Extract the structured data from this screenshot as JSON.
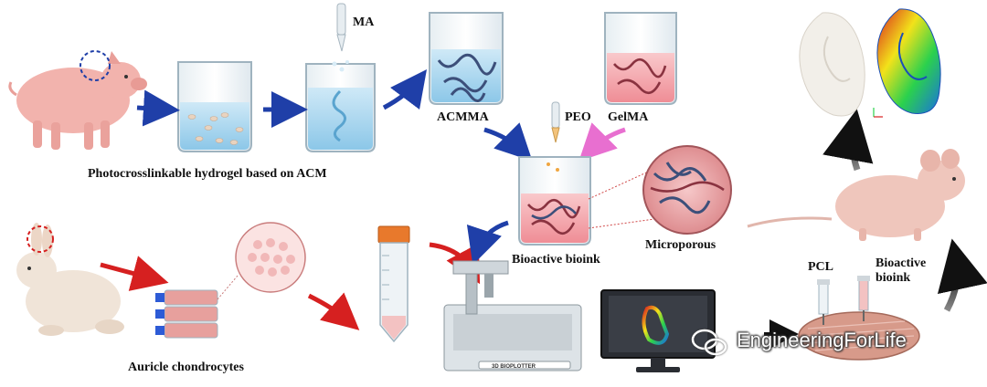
{
  "labels": {
    "ma": "MA",
    "acmma": "ACMMA",
    "peo": "PEO",
    "gelma": "GelMA",
    "photocrosslinkable": "Photocrosslinkable hydrogel based on ACM",
    "microporous": "Microporous",
    "bioactive_bioink": "Bioactive bioink",
    "auricle_chondrocytes": "Auricle chondrocytes",
    "pcl": "PCL",
    "bioactive_bioink_2": "Bioactive\nbioink",
    "printer_brand": "3D BIOPLOTTER"
  },
  "watermark": {
    "text": "EngineeringForLife",
    "logo_icon": "wechat-icon"
  },
  "colors": {
    "blue_arrow": "#1f3fa8",
    "red_arrow": "#d62020",
    "pink_arrow": "#e86fd0",
    "black_arrow": "#111111",
    "skin_pink": "#f2b3ad",
    "hydrogel_blue": "#a9d6ee",
    "gel_pink": "#f1a0a6"
  },
  "icons": [
    "pig-icon",
    "rabbit-icon",
    "mouse-icon",
    "beaker-icon",
    "pipette-icon",
    "flask-icon",
    "tube-icon",
    "bioprinter-icon",
    "monitor-icon",
    "ear-scan-icon",
    "scaffold-icon",
    "syringe-icon"
  ]
}
